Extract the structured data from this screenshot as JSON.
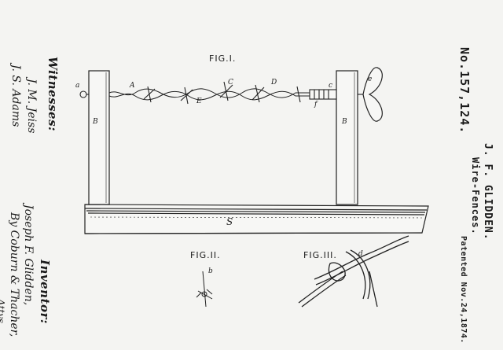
{
  "patent": {
    "number": "No.157,124.",
    "inventor_name": "J. F. GLIDDEN.",
    "subject": "Wire-Fences.",
    "patented": "Patented Nov.24,1874."
  },
  "witnesses": {
    "heading": "Witnesses:",
    "signatures": [
      "J. M. Jeiss",
      "J. S. Adams"
    ]
  },
  "inventor": {
    "heading": "Inventor:",
    "signatures": [
      "Joseph F. Glidden,",
      "By Coburn & Thacher,",
      "Attys."
    ]
  },
  "figures": {
    "fig1": "FIG.I.",
    "fig2": "FIG.II.",
    "fig3": "FIG.III."
  },
  "parts": {
    "A": "A",
    "B_left": "B",
    "B_right": "B",
    "S": "S",
    "C": "C",
    "E": "E",
    "D": "D",
    "a": "a",
    "c": "c",
    "e": "e",
    "f": "f",
    "d": "d",
    "b": "b"
  }
}
